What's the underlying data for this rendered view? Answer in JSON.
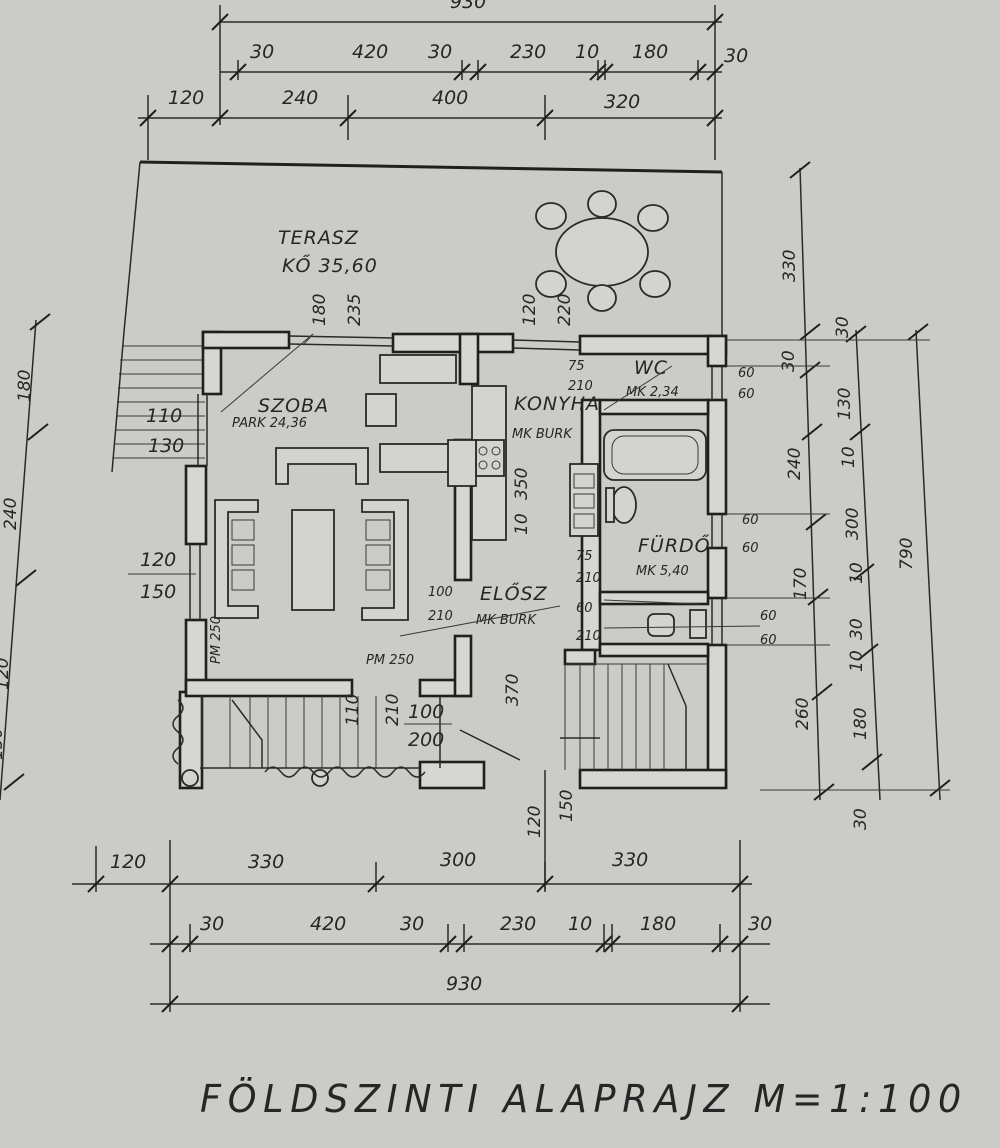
{
  "drawing": {
    "title": "FÖLDSZINTI  ALAPRAJZ   M=1:100",
    "rooms": {
      "terrace_name": "TERASZ",
      "terrace_floor": "KŐ 35,60",
      "living_name": "SZOBA",
      "living_floor": "PARK 24,36",
      "kitchen_name": "KONYHA",
      "kitchen_floor": "MK BURK",
      "wc_name": "WC",
      "wc_floor": "MK 2,34",
      "bath_name": "FÜRDŐ",
      "bath_floor": "MK 5,40",
      "hall_name": "ELŐSZ",
      "hall_floor": "MK BURK"
    },
    "dims_top": {
      "overall": "930",
      "row1": [
        "30",
        "420",
        "30",
        "230",
        "10",
        "180",
        "30"
      ],
      "row2": [
        "120",
        "240",
        "400",
        "320"
      ]
    },
    "dims_bottom": {
      "row1": [
        "120",
        "330",
        "300",
        "330"
      ],
      "row2": [
        "30",
        "420",
        "30",
        "230",
        "10",
        "180",
        "30"
      ],
      "overall": "930"
    },
    "dims_right": {
      "outer": [
        "330",
        "30",
        "130",
        "240",
        "300",
        "170",
        "260",
        "30"
      ],
      "inner": [
        "30",
        "10",
        "30",
        "10",
        "180",
        "10"
      ],
      "overall": "790"
    },
    "dims_left": [
      "180",
      "240",
      "120",
      "150"
    ],
    "openings": {
      "top_window": "180",
      "top_window_h": "235",
      "kitchen_window": "120",
      "kitchen_window_h": "220",
      "wc_door_w": "75",
      "wc_door_h": "210",
      "wc_win_1": "60",
      "wc_win_2": "60",
      "bath_win_1": "60",
      "bath_win_2": "60",
      "wc2_win_1": "60",
      "wc2_win_2": "60",
      "bath_door_w": "75",
      "bath_door_h": "210",
      "hall_door_w": "100",
      "hall_door_h": "210",
      "wc2_door_w": "60",
      "wc2_door_h": "210",
      "left_door_1": "110",
      "left_door_2": "130",
      "left_win_1": "120",
      "left_win_2": "150",
      "living_door_w": "110",
      "living_door_h": "210",
      "hall_opening_w": "100",
      "hall_opening_h": "200",
      "parapet_1": "PM 250",
      "parapet_2": "PM 250",
      "kitchen_dim": "350",
      "kitchen_dim_sm": "10",
      "hall_dim": "370",
      "entry_1": "120",
      "entry_2": "150"
    }
  }
}
